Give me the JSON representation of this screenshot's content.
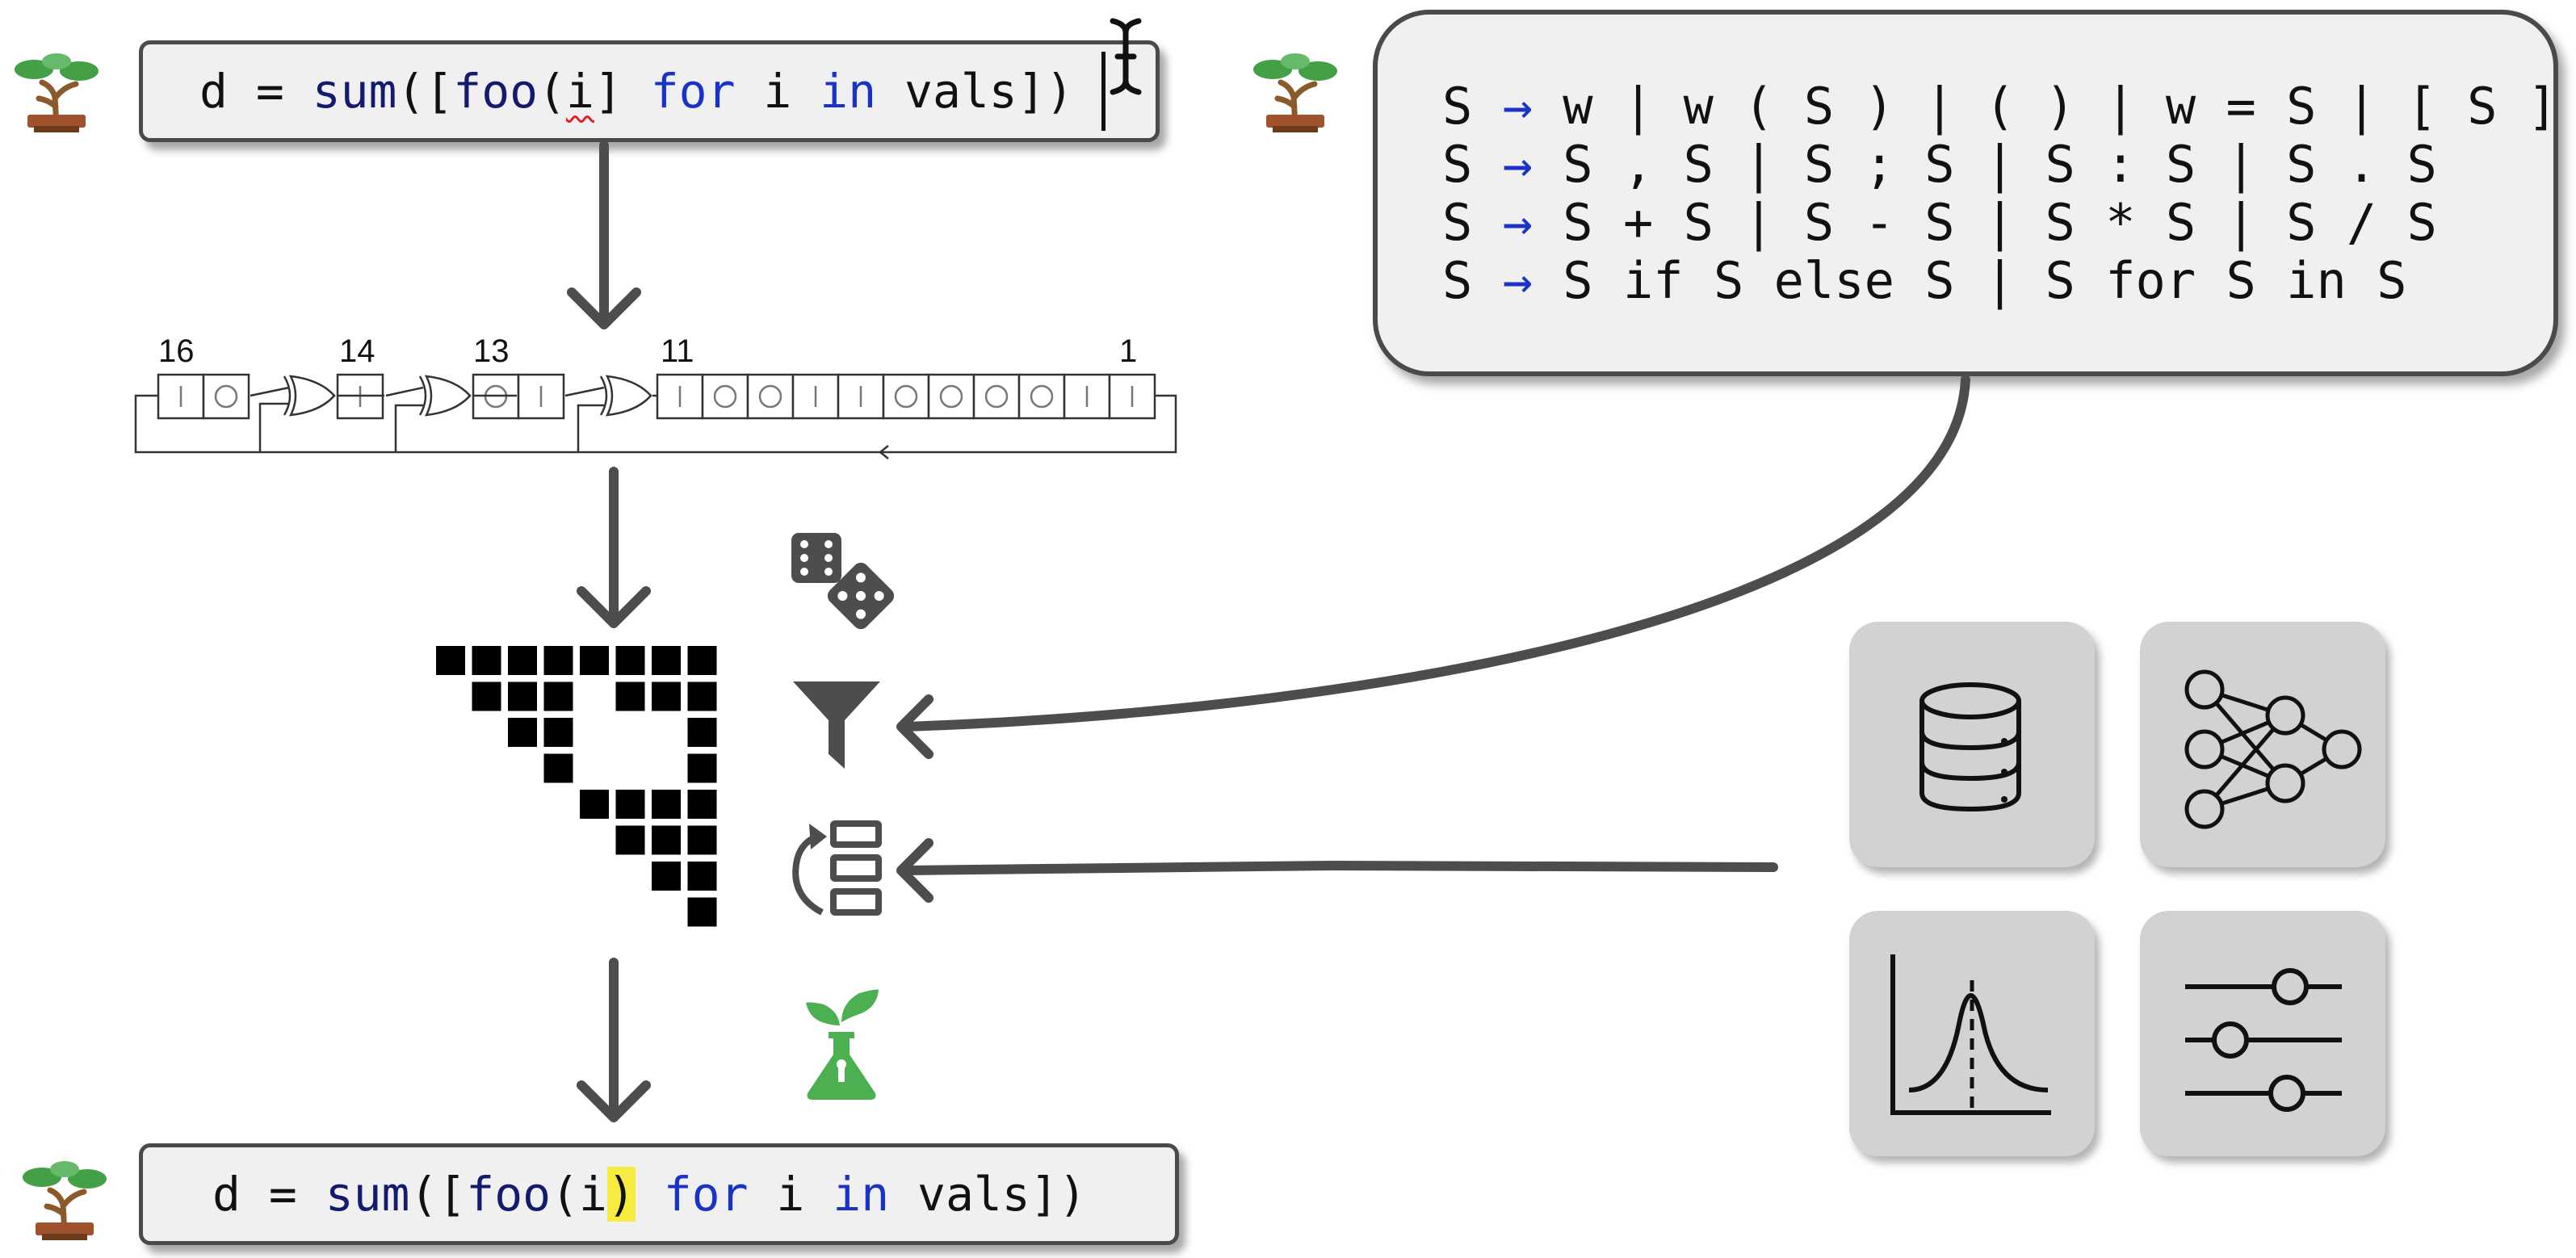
{
  "top_code": {
    "prefix": "d = ",
    "fn_sum": "sum",
    "bracket_open": "([",
    "fn_foo": "foo",
    "paren": "(",
    "var_i_squiggle": "i",
    "bracket_close_err": "]",
    "space1": " ",
    "kw_for": "for",
    "mid": " i ",
    "kw_in": "in",
    "tail": " vals])"
  },
  "bottom_code": {
    "prefix": "d = ",
    "fn_sum": "sum",
    "bracket_open": "([",
    "fn_foo": "foo",
    "paren_i": "(i",
    "fixed_char": ")",
    "space1": " ",
    "kw_for": "for",
    "mid": " i ",
    "kw_in": "in",
    "tail": " vals])"
  },
  "grammar": [
    {
      "lhs": "S ",
      "arrow": "→",
      "rhs": " w | w ( S ) | ( ) | w = S | [ S ]"
    },
    {
      "lhs": "S ",
      "arrow": "→",
      "rhs": " S , S | S ; S | S : S | S . S"
    },
    {
      "lhs": "S ",
      "arrow": "→",
      "rhs": " S + S | S - S | S * S | S / S"
    },
    {
      "lhs": "S ",
      "arrow": "→",
      "rhs": " S if S else S | S for S in S"
    }
  ],
  "lfsr": {
    "tap_labels": [
      "16",
      "14",
      "13",
      "11",
      "1"
    ],
    "cells": [
      "|",
      "○",
      "|",
      "○",
      "|",
      "|",
      "○",
      "○",
      "|",
      "|",
      "○",
      "○",
      "○",
      "○",
      "|"
    ]
  },
  "icons": {
    "bonsai": "bonsai-tree-icon",
    "dice": "dice-icon",
    "filter": "funnel-filter-icon",
    "rerank": "rerank-list-icon",
    "flask": "seedling-flask-icon",
    "database": "database-icon",
    "neural_net": "neural-network-icon",
    "distribution": "gaussian-distribution-icon",
    "sliders": "sliders-icon",
    "cursor": "text-cursor-icon"
  },
  "colors": {
    "keyword_blue": "#1a33c6",
    "keyword_navy": "#141a6e",
    "highlight": "#f7ec3f",
    "error_squiggle": "#dd2222",
    "arrow_gray": "#4d4d4d",
    "tile_gray": "#d2d2d2",
    "flask_green": "#4caf50"
  }
}
